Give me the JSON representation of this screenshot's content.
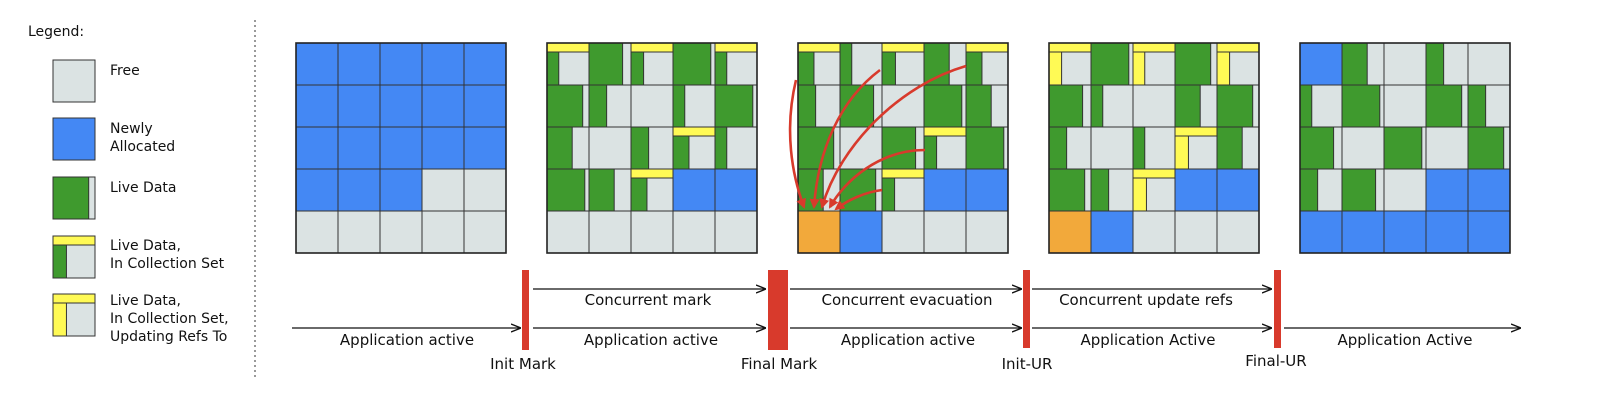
{
  "colors": {
    "free": "#dbe3e3",
    "newly_allocated": "#4488f4",
    "live_data": "#3f9a2e",
    "collection_set": "#fffa55",
    "evacuated_target": "#f2a93b",
    "pause": "#d83a2c",
    "arrow": "#d83a2c",
    "cell_border": "#333333"
  },
  "legend": {
    "title": "Legend:",
    "items": [
      {
        "key": "free",
        "label_lines": [
          "Free"
        ]
      },
      {
        "key": "newly_allocated",
        "label_lines": [
          "Newly",
          "Allocated"
        ]
      },
      {
        "key": "live_data",
        "label_lines": [
          "Live Data"
        ]
      },
      {
        "key": "live_cset",
        "label_lines": [
          "Live Data,",
          "In Collection Set"
        ]
      },
      {
        "key": "live_cset_updating",
        "label_lines": [
          "Live Data,",
          "In Collection Set,",
          "Updating Refs To"
        ]
      }
    ]
  },
  "heap_states": [
    {
      "name": "initial",
      "grid": [
        [
          "N",
          "N",
          "N",
          "N",
          "N"
        ],
        [
          "N",
          "N",
          "N",
          "N",
          "N"
        ],
        [
          "N",
          "N",
          "N",
          "N",
          "N"
        ],
        [
          "N",
          "N",
          "N",
          "F",
          "F"
        ],
        [
          "F",
          "F",
          "F",
          "F",
          "F"
        ]
      ]
    },
    {
      "name": "after-mark",
      "grid": [
        [
          "C",
          "L",
          "C",
          "L",
          "C"
        ],
        [
          "L",
          "L",
          "F",
          "L",
          "L"
        ],
        [
          "L",
          "F",
          "L",
          "C",
          "L"
        ],
        [
          "L",
          "L",
          "C",
          "N",
          "N"
        ],
        [
          "F",
          "F",
          "F",
          "F",
          "F"
        ]
      ]
    },
    {
      "name": "evacuation",
      "grid": [
        [
          "C",
          "L",
          "C",
          "L",
          "C"
        ],
        [
          "L",
          "L",
          "F",
          "L",
          "L"
        ],
        [
          "L",
          "F",
          "L",
          "C",
          "L"
        ],
        [
          "L",
          "L",
          "C",
          "N",
          "N"
        ],
        [
          "O",
          "N",
          "F",
          "F",
          "F"
        ]
      ]
    },
    {
      "name": "update-refs",
      "grid": [
        [
          "U",
          "L",
          "U",
          "L",
          "U"
        ],
        [
          "L",
          "L",
          "F",
          "L",
          "L"
        ],
        [
          "L",
          "F",
          "L",
          "U",
          "L"
        ],
        [
          "L",
          "L",
          "U",
          "N",
          "N"
        ],
        [
          "O",
          "N",
          "F",
          "F",
          "F"
        ]
      ]
    },
    {
      "name": "reclaimed",
      "grid": [
        [
          "N",
          "L",
          "F",
          "L",
          "F"
        ],
        [
          "L",
          "L",
          "F",
          "L",
          "L"
        ],
        [
          "L",
          "F",
          "L",
          "F",
          "L"
        ],
        [
          "L",
          "L",
          "F",
          "N",
          "N"
        ],
        [
          "N",
          "N",
          "N",
          "N",
          "N"
        ]
      ]
    }
  ],
  "timeline": {
    "application_labels": [
      "Application active",
      "Application active",
      "Application active",
      "Application Active",
      "Application Active"
    ],
    "concurrent_labels": [
      "Concurrent mark",
      "Concurrent evacuation",
      "Concurrent update refs"
    ],
    "pauses": [
      "Init Mark",
      "Final Mark",
      "Init-UR",
      "Final-UR"
    ]
  }
}
